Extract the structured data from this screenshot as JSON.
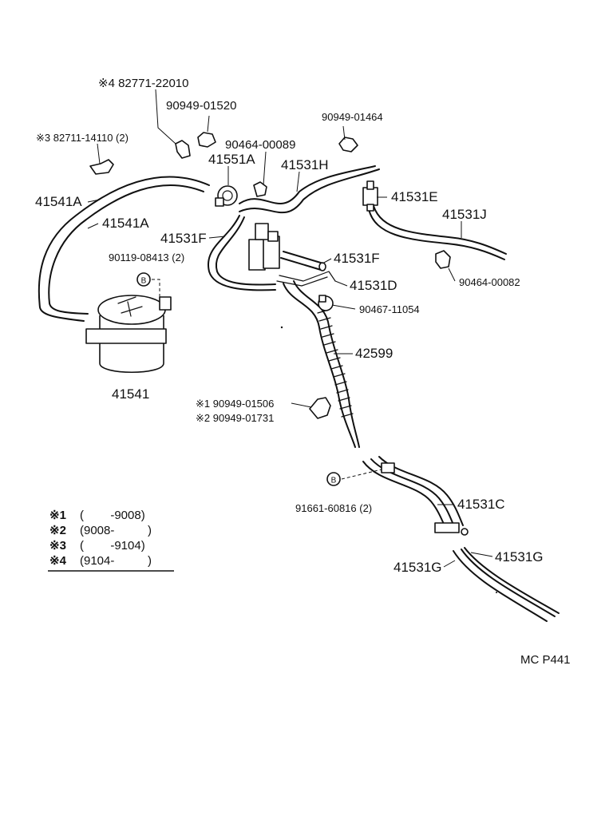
{
  "parts": {
    "p82771_22010": "※4 82771-22010",
    "p90949_01520": "90949-01520",
    "p90949_01464": "90949-01464",
    "p82711_14110": "※3 82711-14110 (2)",
    "p90464_00089": "90464-00089",
    "p41551A": "41551A",
    "p41531H": "41531H",
    "p41541A_outer": "41541A",
    "p41541A_inner": "41541A",
    "p41531E": "41531E",
    "p41531J": "41531J",
    "p41531F_left": "41531F",
    "p90119_08413": "90119-08413 (2)",
    "p41531F_right": "41531F",
    "p41531D": "41531D",
    "p90464_00082": "90464-00082",
    "p90467_11054": "90467-11054",
    "p42599": "42599",
    "p41541": "41541",
    "p90949_01506": "※1 90949-01506",
    "p90949_01731": "※2 90949-01731",
    "p91661_60816": "91661-60816 (2)",
    "p41531C": "41531C",
    "p41531G_right": "41531G",
    "p41531G_left": "41531G"
  },
  "callout_b": "B",
  "legend": [
    {
      "mark": "※1",
      "text": "(        -9008)"
    },
    {
      "mark": "※2",
      "text": "(9008-          )"
    },
    {
      "mark": "※3",
      "text": "(        -9104)"
    },
    {
      "mark": "※4",
      "text": "(9104-          )"
    }
  ],
  "page_code": "MC P441"
}
